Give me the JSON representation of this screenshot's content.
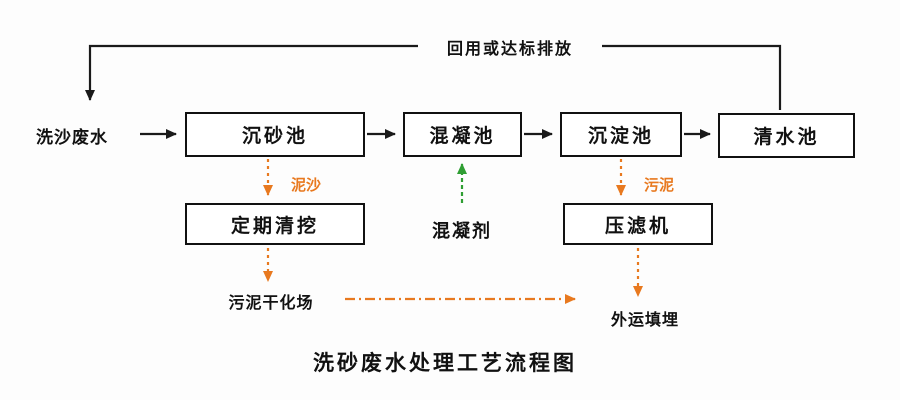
{
  "title": "洗砂废水处理工艺流程图",
  "colors": {
    "flow_line": "#1a1a1a",
    "sludge_arrow": "#e8791f",
    "coagulant_arrow": "#2f9e33",
    "canvas_bg": "#fdfdfd"
  },
  "diagram": {
    "influent_label": "洗沙废水",
    "recycle_label": "回用或达标排放",
    "boxes": {
      "grit_chamber": "沉砂池",
      "coagulation_tank": "混凝池",
      "sedimentation_tank": "沉淀池",
      "clear_water_tank": "清水池",
      "periodic_dredging": "定期清挖",
      "filter_press": "压滤机"
    },
    "labels": {
      "sediment": "泥沙",
      "sludge": "污泥",
      "coagulant": "混凝剂",
      "sludge_drying_field": "污泥干化场",
      "offsite_landfill": "外运填埋"
    }
  }
}
